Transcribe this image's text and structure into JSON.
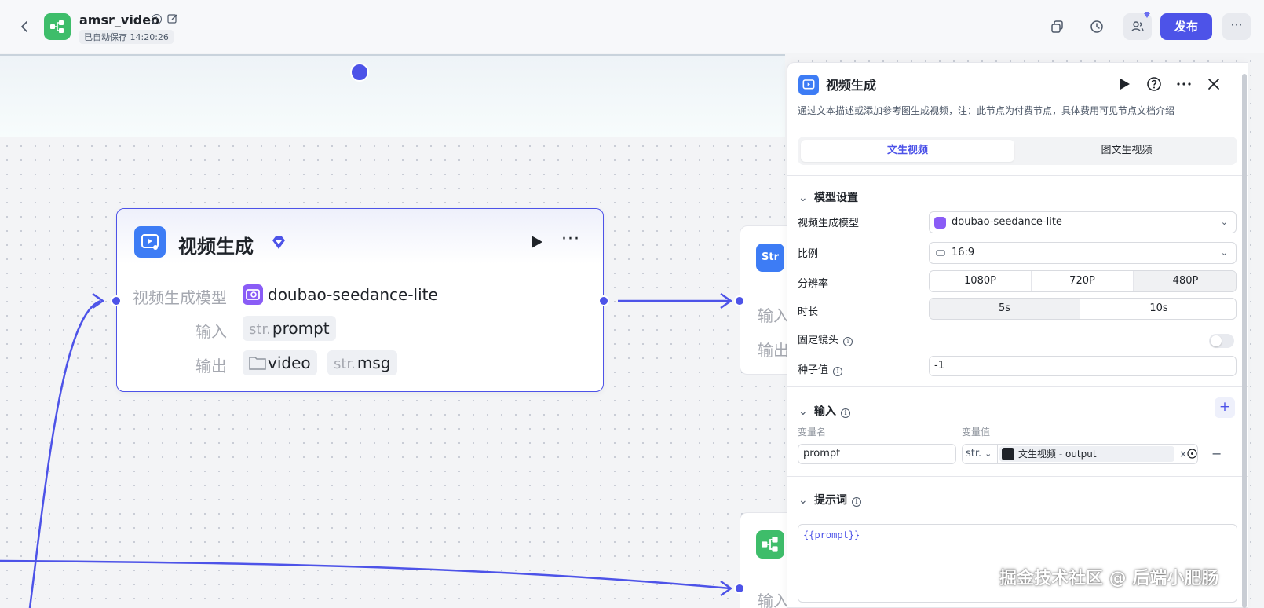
{
  "header": {
    "back_icon": "chevron-left-icon",
    "app_icon": "workflow-icon",
    "title": "amsr_video",
    "autosave": "已自动保存 14:20:26",
    "publish_label": "发布",
    "more_label": "···"
  },
  "canvas": {
    "node": {
      "title": "视频生成",
      "model_label": "视频生成模型",
      "model_value": "doubao-seedance-lite",
      "input_label": "输入",
      "input_chip_prefix": "str.",
      "input_chip_value": "prompt",
      "output_label": "输出",
      "output_chip1_value": "video",
      "output_chip2_prefix": "str.",
      "output_chip2_value": "msg",
      "more_label": "···"
    },
    "node2": {
      "icon_text": "Str",
      "label1": "输入",
      "label2": "输出"
    },
    "node3": {
      "label1": "输入"
    }
  },
  "panel": {
    "title": "视频生成",
    "description": "通过文本描述或添加参考图生成视频，注：此节点为付费节点，具体费用可见节点文档介绍",
    "tabs": [
      "文生视频",
      "图文生视频"
    ],
    "active_tab": 0,
    "model_section": {
      "title": "模型设置",
      "model_label": "视频生成模型",
      "model_value": "doubao-seedance-lite",
      "ratio_label": "比例",
      "ratio_value": "16:9",
      "resolution_label": "分辨率",
      "resolution_options": [
        "1080P",
        "720P",
        "480P"
      ],
      "resolution_selected": "480P",
      "duration_label": "时长",
      "duration_options": [
        "5s",
        "10s"
      ],
      "duration_selected": "5s",
      "fixed_camera_label": "固定镜头",
      "fixed_camera_on": false,
      "seed_label": "种子值",
      "seed_value": "-1"
    },
    "input_section": {
      "title": "输入",
      "add_label": "+",
      "col_name": "变量名",
      "col_value": "变量值",
      "rows": [
        {
          "name": "prompt",
          "type": "str.",
          "ref_node": "文生视频",
          "ref_sep": " - ",
          "ref_field": "output",
          "clear_label": "×",
          "remove_label": "−"
        }
      ]
    },
    "prompt_section": {
      "title": "提示词",
      "value": "{{prompt}}"
    }
  },
  "watermark": "掘金技术社区 @ 后端小肥肠",
  "colors": {
    "accent": "#4d53e8",
    "node_blue": "#3d7cf5",
    "app_green": "#3ebd6a",
    "model_purple": "#8a5cf6"
  }
}
